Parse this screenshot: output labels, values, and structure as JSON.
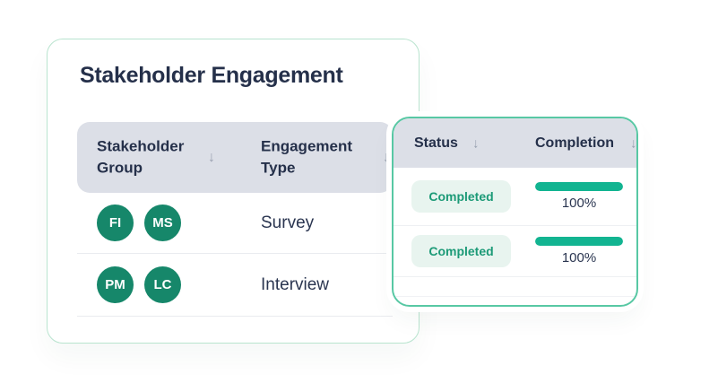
{
  "icons": {
    "sort_descending": "↓"
  },
  "colors": {
    "navy_text": "#25304a",
    "header_bg": "#dcdfe7",
    "main_card_border": "#b9e4cf",
    "overlay_card_border": "#58c8a4",
    "avatar_green": "#16876a",
    "progress_green": "#12b491",
    "badge_bg": "#e8f4ef",
    "badge_text": "#1c9a77",
    "divider": "#e9ebef",
    "sort_arrow_gray": "#9aa2b1"
  },
  "main_card": {
    "title": "Stakeholder Engagement",
    "table": {
      "columns": [
        {
          "label": "Stakeholder Group"
        },
        {
          "label": "Engagement Type"
        }
      ],
      "rows": [
        {
          "stakeholders": [
            "FI",
            "MS"
          ],
          "engagement_type": "Survey"
        },
        {
          "stakeholders": [
            "PM",
            "LC"
          ],
          "engagement_type": "Interview"
        }
      ]
    }
  },
  "overlay_card": {
    "columns": [
      {
        "label": "Status"
      },
      {
        "label": "Completion"
      }
    ],
    "rows": [
      {
        "status": "Completed",
        "completion_percent": 100,
        "completion_label": "100%"
      },
      {
        "status": "Completed",
        "completion_percent": 100,
        "completion_label": "100%"
      }
    ]
  }
}
